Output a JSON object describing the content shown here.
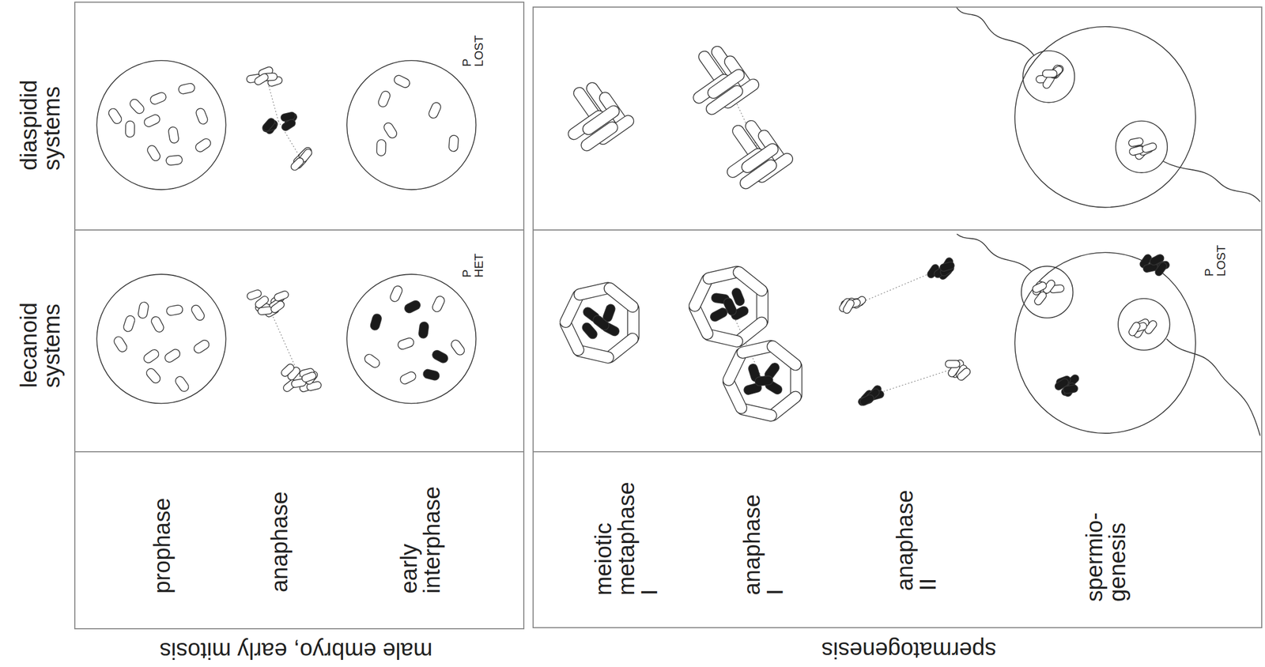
{
  "diagram": {
    "nodes": [
      {
        "text": [
          "male embryo, early mitosis"
        ]
      },
      {
        "text": [
          "P LOST"
        ],
        "in": 0
      },
      {
        "text": [
          "P HET"
        ],
        "in": 0
      },
      {
        "text": [
          "prophase",
          "anaphase",
          "early interphase"
        ],
        "in": 0
      },
      {
        "text": [
          "spermatogenesis"
        ]
      },
      {
        "text": [
          "P LOST"
        ],
        "in": 4
      },
      {
        "text": [
          "meiotic metaphase I",
          "anaphase I",
          "anaphase II",
          "spermio-genesis"
        ],
        "in": 4
      }
    ],
    "labels": [
      "diaspidid systems",
      "lecanoid systems"
    ]
  }
}
